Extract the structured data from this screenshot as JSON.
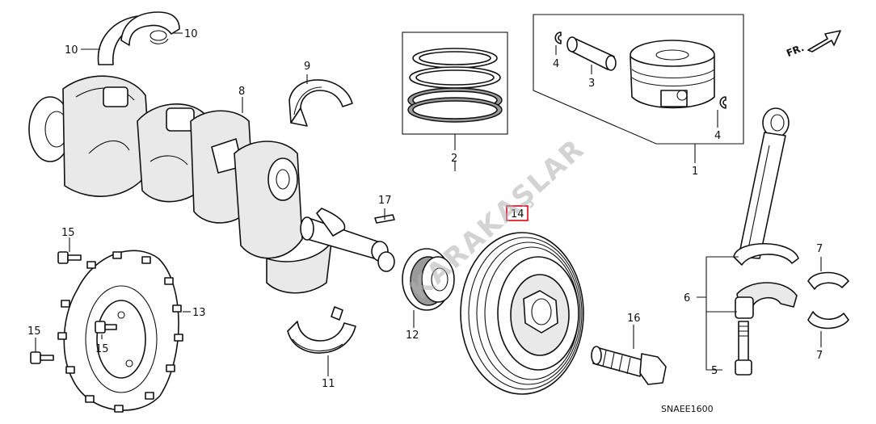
{
  "diagram": {
    "reference_code": "SNAEE1600",
    "front_marker": "FR.",
    "watermark": "KARAKAŞLAR",
    "highlighted_callout": "14",
    "highlight_color": "#e0001b",
    "line_color": "#111111",
    "background": "#ffffff"
  },
  "callouts": {
    "c1": "1",
    "c2": "2",
    "c3": "3",
    "c4a": "4",
    "c4b": "4",
    "c5": "5",
    "c6": "6",
    "c7a": "7",
    "c7b": "7",
    "c8": "8",
    "c9": "9",
    "c10a": "10",
    "c10b": "10",
    "c11": "11",
    "c12": "12",
    "c13": "13",
    "c14": "14",
    "c15a": "15",
    "c15b": "15",
    "c15c": "15",
    "c16": "16",
    "c17": "17"
  },
  "parts": {
    "p1": "piston-assembly",
    "p2": "piston-ring-set",
    "p3": "piston-pin",
    "p4": "piston-pin-clip",
    "p5": "connecting-rod-bolt",
    "p6": "connecting-rod-assembly",
    "p7": "connecting-rod-bearing",
    "p8": "crankshaft",
    "p9": "main-bearing-upper",
    "p10": "thrust-washer",
    "p11": "main-bearing-lower",
    "p12": "timing-sprocket",
    "p13": "drive-plate",
    "p14": "crankshaft-pulley",
    "p15": "drive-plate-bolt",
    "p16": "pulley-bolt",
    "p17": "woodruff-key"
  }
}
